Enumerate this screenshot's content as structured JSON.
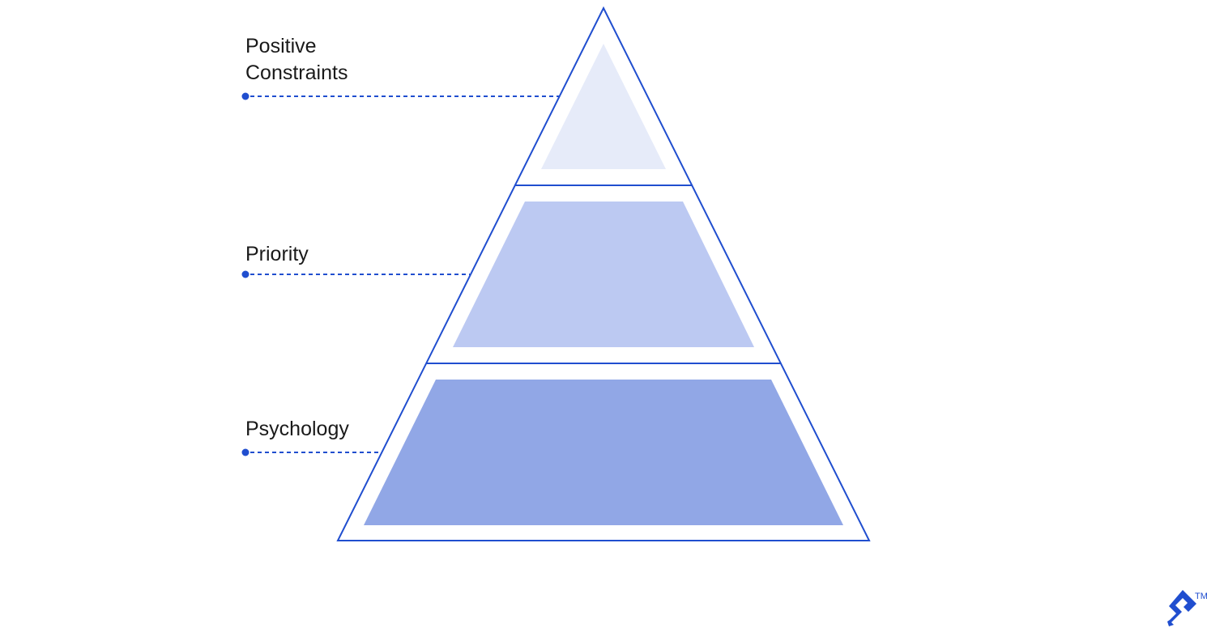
{
  "colors": {
    "outline": "#204ecf",
    "tier_top_fill": "#e6ebf9",
    "tier_middle_fill": "#bcc9f2",
    "tier_bottom_fill": "#91a7e6",
    "label_text": "#1a1a1a",
    "background": "#ffffff"
  },
  "pyramid": {
    "tiers": [
      {
        "label_lines": [
          "Positive",
          "Constraints"
        ]
      },
      {
        "label_lines": [
          "Priority"
        ]
      },
      {
        "label_lines": [
          "Psychology"
        ]
      }
    ]
  },
  "logo": {
    "icon": "toptal-logo-icon",
    "trademark": "TM"
  }
}
